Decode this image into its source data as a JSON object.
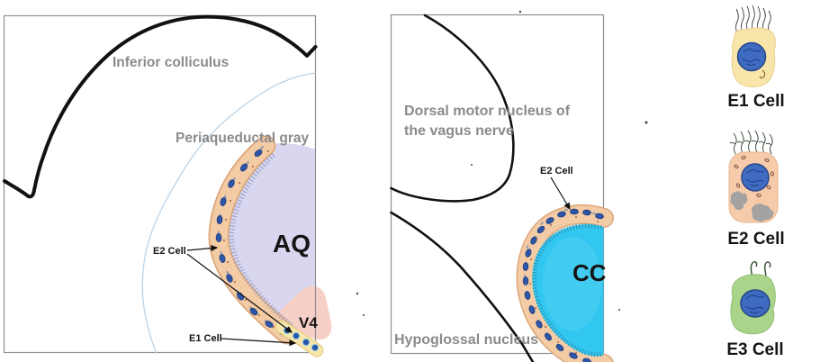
{
  "figure": {
    "left_panel": {
      "region_labels": {
        "inferior_colliculus": "Inferior colliculus",
        "periaqueductal_gray": "Periaqueductal gray",
        "aqueduct_abbrev": "AQ",
        "fourth_ventricle_abbrev": "V4"
      },
      "callouts": {
        "e2": "E2 Cell",
        "e1": "E1 Cell"
      }
    },
    "middle_panel": {
      "region_labels": {
        "dorsal_motor_line1": "Dorsal motor nucleus of",
        "dorsal_motor_line2": "the vagus nerve",
        "hypoglossal": "Hypoglossal nucleus",
        "central_canal_abbrev": "CC"
      },
      "callouts": {
        "e2": "E2 Cell"
      }
    },
    "legend": {
      "items": [
        {
          "id": "e1",
          "label": "E1 Cell"
        },
        {
          "id": "e2",
          "label": "E2 Cell"
        },
        {
          "id": "e3",
          "label": "E3 Cell"
        }
      ]
    },
    "colors": {
      "aqueduct_fill": "#d9d7f0",
      "v4_fill": "#f6cfc7",
      "central_canal_fill": "#31c7f0",
      "ependymal_band_fill": "#f3cba4",
      "band_edge": "#dca77c",
      "nucleus_blue": "#2e55a8",
      "e1_cell_fill": "#f8e5aa",
      "e2_cell_fill": "#f6cba9",
      "e3_cell_fill": "#a9d489",
      "region_text_gray": "#8b8b8b",
      "outline_black": "#111111",
      "pag_boundary_blue": "#b9d3e6"
    }
  }
}
